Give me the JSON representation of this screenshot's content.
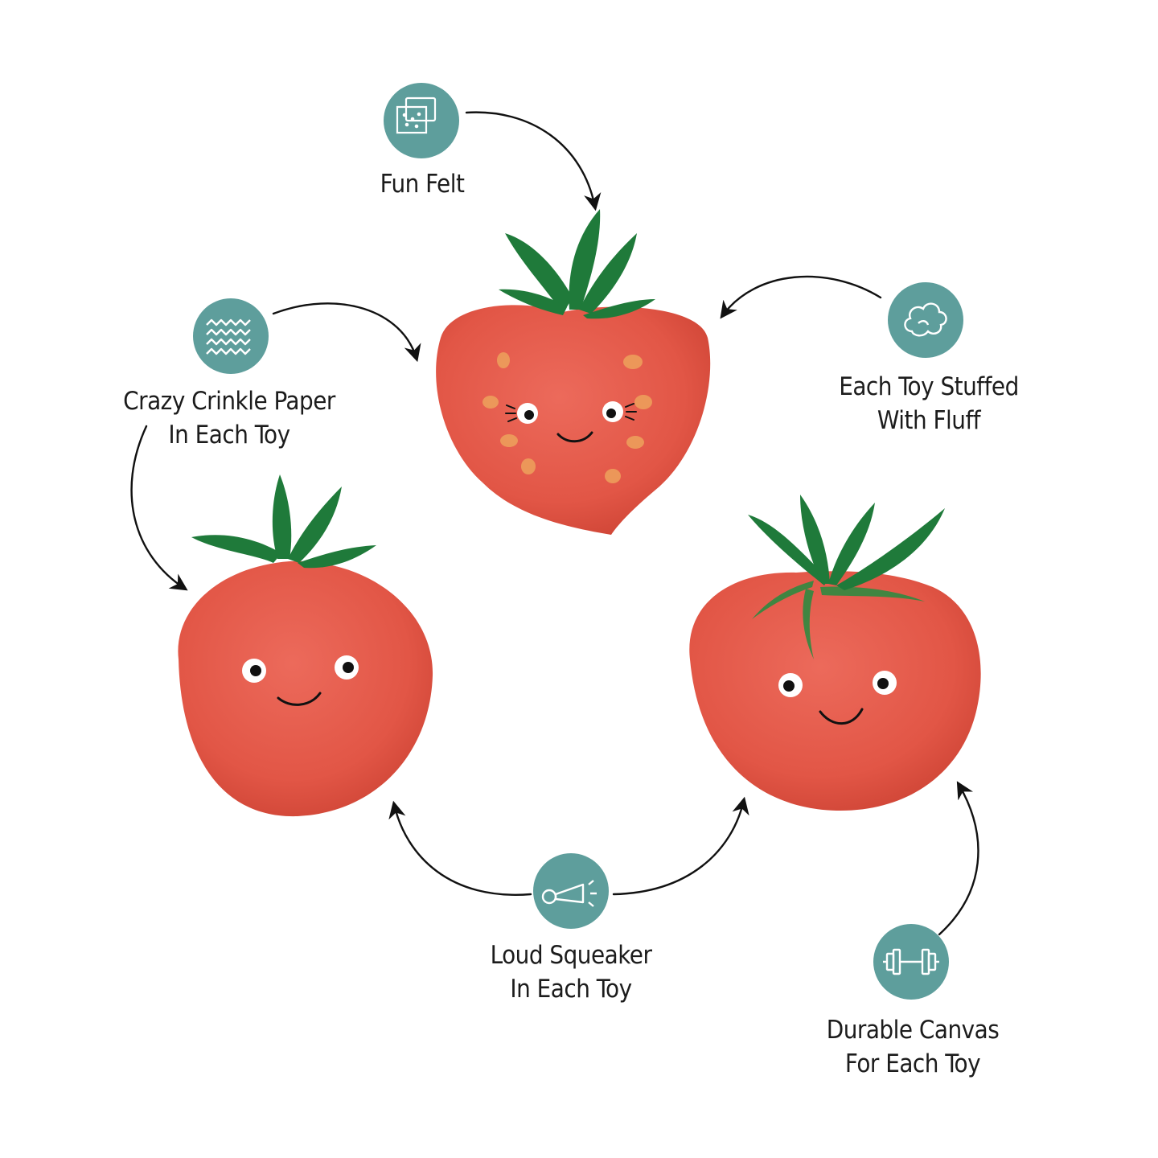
{
  "features": {
    "fun_felt": {
      "icon": "felt-sheets-icon",
      "lines": [
        "Fun Felt"
      ]
    },
    "crinkle": {
      "icon": "crinkle-waves-icon",
      "lines": [
        "Crazy Crinkle Paper",
        "In Each Toy"
      ]
    },
    "stuffing": {
      "icon": "fluff-cloud-icon",
      "lines": [
        "Each Toy Stuffed",
        "With Fluff"
      ]
    },
    "squeaker": {
      "icon": "squeaker-horn-icon",
      "lines": [
        "Loud Squeaker",
        "In Each Toy"
      ]
    },
    "canvas": {
      "icon": "dumbbell-icon",
      "lines": [
        "Durable Canvas",
        "For Each Toy"
      ]
    }
  },
  "colors": {
    "badge": "#5e9e9c",
    "toy_red": "#e4584a",
    "leaf_green": "#1f7a3a",
    "freckle": "#eea25c",
    "arrow": "#111111"
  }
}
